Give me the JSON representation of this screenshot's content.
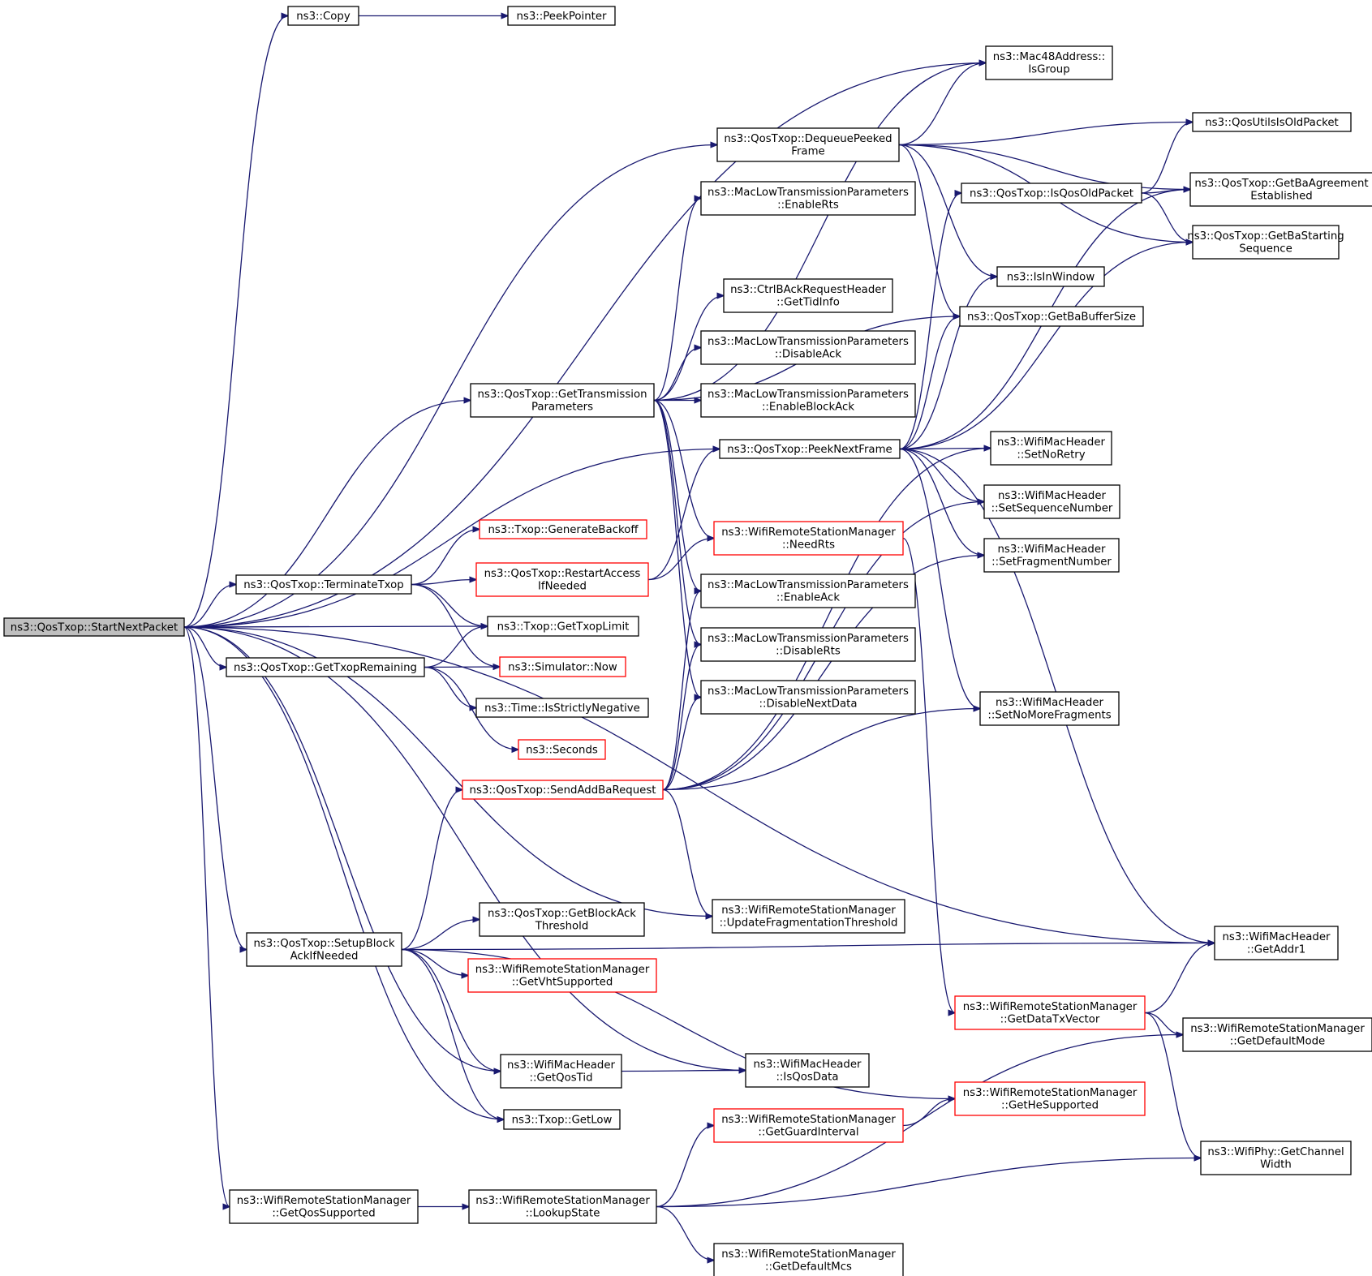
{
  "diagram": {
    "nodes": [
      {
        "id": "start",
        "lines": [
          "ns3::QosTxop::StartNextPacket"
        ],
        "style": "root"
      },
      {
        "id": "copy",
        "lines": [
          "ns3::Copy"
        ],
        "style": "normal"
      },
      {
        "id": "peekpointer",
        "lines": [
          "ns3::PeekPointer"
        ],
        "style": "normal"
      },
      {
        "id": "isgroup",
        "lines": [
          "ns3::Mac48Address::",
          "IsGroup"
        ],
        "style": "normal"
      },
      {
        "id": "dequeue",
        "lines": [
          "ns3::QosTxop::DequeuePeeked",
          "Frame"
        ],
        "style": "normal"
      },
      {
        "id": "qosutils",
        "lines": [
          "ns3::QosUtilsIsOldPacket"
        ],
        "style": "normal"
      },
      {
        "id": "isqosold",
        "lines": [
          "ns3::QosTxop::IsQosOldPacket"
        ],
        "style": "normal"
      },
      {
        "id": "getbaagr",
        "lines": [
          "ns3::QosTxop::GetBaAgreement",
          "Established"
        ],
        "style": "normal"
      },
      {
        "id": "getbastart",
        "lines": [
          "ns3::QosTxop::GetBaStarting",
          "Sequence"
        ],
        "style": "normal"
      },
      {
        "id": "enablerts",
        "lines": [
          "ns3::MacLowTransmissionParameters",
          "::EnableRts"
        ],
        "style": "normal"
      },
      {
        "id": "isinwindow",
        "lines": [
          "ns3::IsInWindow"
        ],
        "style": "normal"
      },
      {
        "id": "getbabuf",
        "lines": [
          "ns3::QosTxop::GetBaBufferSize"
        ],
        "style": "normal"
      },
      {
        "id": "gettidinfo",
        "lines": [
          "ns3::CtrlBAckRequestHeader",
          "::GetTidInfo"
        ],
        "style": "normal"
      },
      {
        "id": "disableack",
        "lines": [
          "ns3::MacLowTransmissionParameters",
          "::DisableAck"
        ],
        "style": "normal"
      },
      {
        "id": "gettransparams",
        "lines": [
          "ns3::QosTxop::GetTransmission",
          "Parameters"
        ],
        "style": "normal"
      },
      {
        "id": "enableblockack",
        "lines": [
          "ns3::MacLowTransmissionParameters",
          "::EnableBlockAck"
        ],
        "style": "normal"
      },
      {
        "id": "peeknext",
        "lines": [
          "ns3::QosTxop::PeekNextFrame"
        ],
        "style": "normal"
      },
      {
        "id": "setnoretry",
        "lines": [
          "ns3::WifiMacHeader",
          "::SetNoRetry"
        ],
        "style": "normal"
      },
      {
        "id": "setseq",
        "lines": [
          "ns3::WifiMacHeader",
          "::SetSequenceNumber"
        ],
        "style": "normal"
      },
      {
        "id": "genbackoff",
        "lines": [
          "ns3::Txop::GenerateBackoff"
        ],
        "style": "red"
      },
      {
        "id": "needrts",
        "lines": [
          "ns3::WifiRemoteStationManager",
          "::NeedRts"
        ],
        "style": "red"
      },
      {
        "id": "setfrag",
        "lines": [
          "ns3::WifiMacHeader",
          "::SetFragmentNumber"
        ],
        "style": "normal"
      },
      {
        "id": "terminate",
        "lines": [
          "ns3::QosTxop::TerminateTxop"
        ],
        "style": "normal"
      },
      {
        "id": "restart",
        "lines": [
          "ns3::QosTxop::RestartAccess",
          "IfNeeded"
        ],
        "style": "red"
      },
      {
        "id": "enableack",
        "lines": [
          "ns3::MacLowTransmissionParameters",
          "::EnableAck"
        ],
        "style": "normal"
      },
      {
        "id": "gettxoplimit",
        "lines": [
          "ns3::Txop::GetTxopLimit"
        ],
        "style": "normal"
      },
      {
        "id": "disablerts",
        "lines": [
          "ns3::MacLowTransmissionParameters",
          "::DisableRts"
        ],
        "style": "normal"
      },
      {
        "id": "gettxoprem",
        "lines": [
          "ns3::QosTxop::GetTxopRemaining"
        ],
        "style": "normal"
      },
      {
        "id": "now",
        "lines": [
          "ns3::Simulator::Now"
        ],
        "style": "red"
      },
      {
        "id": "disablenext",
        "lines": [
          "ns3::MacLowTransmissionParameters",
          "::DisableNextData"
        ],
        "style": "normal"
      },
      {
        "id": "setnomore",
        "lines": [
          "ns3::WifiMacHeader",
          "::SetNoMoreFragments"
        ],
        "style": "normal"
      },
      {
        "id": "strictneg",
        "lines": [
          "ns3::Time::IsStrictlyNegative"
        ],
        "style": "normal"
      },
      {
        "id": "seconds",
        "lines": [
          "ns3::Seconds"
        ],
        "style": "red"
      },
      {
        "id": "sendaddba",
        "lines": [
          "ns3::QosTxop::SendAddBaRequest"
        ],
        "style": "red"
      },
      {
        "id": "updatefrag",
        "lines": [
          "ns3::WifiRemoteStationManager",
          "::UpdateFragmentationThreshold"
        ],
        "style": "normal"
      },
      {
        "id": "getblockackth",
        "lines": [
          "ns3::QosTxop::GetBlockAck",
          "Threshold"
        ],
        "style": "normal"
      },
      {
        "id": "setupblockack",
        "lines": [
          "ns3::QosTxop::SetupBlock",
          "AckIfNeeded"
        ],
        "style": "normal"
      },
      {
        "id": "getaddr1",
        "lines": [
          "ns3::WifiMacHeader",
          "::GetAddr1"
        ],
        "style": "normal"
      },
      {
        "id": "getvht",
        "lines": [
          "ns3::WifiRemoteStationManager",
          "::GetVhtSupported"
        ],
        "style": "red"
      },
      {
        "id": "getdatatx",
        "lines": [
          "ns3::WifiRemoteStationManager",
          "::GetDataTxVector"
        ],
        "style": "red"
      },
      {
        "id": "getdefmode",
        "lines": [
          "ns3::WifiRemoteStationManager",
          "::GetDefaultMode"
        ],
        "style": "normal"
      },
      {
        "id": "getqostid",
        "lines": [
          "ns3::WifiMacHeader",
          "::GetQosTid"
        ],
        "style": "normal"
      },
      {
        "id": "isqosdata",
        "lines": [
          "ns3::WifiMacHeader",
          "::IsQosData"
        ],
        "style": "normal"
      },
      {
        "id": "gethe",
        "lines": [
          "ns3::WifiRemoteStationManager",
          "::GetHeSupported"
        ],
        "style": "red"
      },
      {
        "id": "getlow",
        "lines": [
          "ns3::Txop::GetLow"
        ],
        "style": "normal"
      },
      {
        "id": "getguard",
        "lines": [
          "ns3::WifiRemoteStationManager",
          "::GetGuardInterval"
        ],
        "style": "red"
      },
      {
        "id": "getchanwidth",
        "lines": [
          "ns3::WifiPhy::GetChannel",
          "Width"
        ],
        "style": "normal"
      },
      {
        "id": "getqossupp",
        "lines": [
          "ns3::WifiRemoteStationManager",
          "::GetQosSupported"
        ],
        "style": "normal"
      },
      {
        "id": "lookupstate",
        "lines": [
          "ns3::WifiRemoteStationManager",
          "::LookupState"
        ],
        "style": "normal"
      },
      {
        "id": "getdefmcs",
        "lines": [
          "ns3::WifiRemoteStationManager",
          "::GetDefaultMcs"
        ],
        "style": "normal"
      }
    ],
    "edges": [
      {
        "from": "start",
        "to": "copy"
      },
      {
        "from": "start",
        "to": "isgroup"
      },
      {
        "from": "start",
        "to": "dequeue"
      },
      {
        "from": "start",
        "to": "gettransparams"
      },
      {
        "from": "start",
        "to": "peeknext"
      },
      {
        "from": "start",
        "to": "getaddr1"
      },
      {
        "from": "start",
        "to": "terminate"
      },
      {
        "from": "start",
        "to": "gettxoplimit"
      },
      {
        "from": "start",
        "to": "gettxoprem"
      },
      {
        "from": "start",
        "to": "updatefrag"
      },
      {
        "from": "start",
        "to": "setupblockack"
      },
      {
        "from": "start",
        "to": "getqostid"
      },
      {
        "from": "start",
        "to": "getlow"
      },
      {
        "from": "start",
        "to": "isqosdata"
      },
      {
        "from": "start",
        "to": "getqossupp"
      },
      {
        "from": "copy",
        "to": "peekpointer"
      },
      {
        "from": "dequeue",
        "to": "isgroup"
      },
      {
        "from": "dequeue",
        "to": "qosutils"
      },
      {
        "from": "dequeue",
        "to": "getbaagr"
      },
      {
        "from": "dequeue",
        "to": "getbastart"
      },
      {
        "from": "dequeue",
        "to": "isinwindow"
      },
      {
        "from": "dequeue",
        "to": "getbabuf"
      },
      {
        "from": "isqosold",
        "to": "qosutils"
      },
      {
        "from": "isqosold",
        "to": "getbaagr"
      },
      {
        "from": "isqosold",
        "to": "getbastart"
      },
      {
        "from": "gettransparams",
        "to": "isgroup"
      },
      {
        "from": "gettransparams",
        "to": "enablerts"
      },
      {
        "from": "gettransparams",
        "to": "getbabuf"
      },
      {
        "from": "gettransparams",
        "to": "gettidinfo"
      },
      {
        "from": "gettransparams",
        "to": "disableack"
      },
      {
        "from": "gettransparams",
        "to": "enableblockack"
      },
      {
        "from": "gettransparams",
        "to": "needrts"
      },
      {
        "from": "gettransparams",
        "to": "enableack"
      },
      {
        "from": "gettransparams",
        "to": "disablerts"
      },
      {
        "from": "gettransparams",
        "to": "disablenext"
      },
      {
        "from": "peeknext",
        "to": "isqosold"
      },
      {
        "from": "peeknext",
        "to": "getbaagr"
      },
      {
        "from": "peeknext",
        "to": "getbastart"
      },
      {
        "from": "peeknext",
        "to": "isinwindow"
      },
      {
        "from": "peeknext",
        "to": "getbabuf"
      },
      {
        "from": "peeknext",
        "to": "setnoretry"
      },
      {
        "from": "peeknext",
        "to": "setseq"
      },
      {
        "from": "peeknext",
        "to": "setfrag"
      },
      {
        "from": "peeknext",
        "to": "setnomore"
      },
      {
        "from": "peeknext",
        "to": "getaddr1"
      },
      {
        "from": "terminate",
        "to": "genbackoff"
      },
      {
        "from": "terminate",
        "to": "restart"
      },
      {
        "from": "terminate",
        "to": "gettxoplimit"
      },
      {
        "from": "terminate",
        "to": "now"
      },
      {
        "from": "restart",
        "to": "peeknext"
      },
      {
        "from": "restart",
        "to": "needrts"
      },
      {
        "from": "needrts",
        "to": "getdatatx"
      },
      {
        "from": "gettxoprem",
        "to": "gettxoplimit"
      },
      {
        "from": "gettxoprem",
        "to": "now"
      },
      {
        "from": "gettxoprem",
        "to": "strictneg"
      },
      {
        "from": "gettxoprem",
        "to": "seconds"
      },
      {
        "from": "sendaddba",
        "to": "enableack"
      },
      {
        "from": "sendaddba",
        "to": "disablerts"
      },
      {
        "from": "sendaddba",
        "to": "disablenext"
      },
      {
        "from": "sendaddba",
        "to": "setnoretry"
      },
      {
        "from": "sendaddba",
        "to": "setseq"
      },
      {
        "from": "sendaddba",
        "to": "setfrag"
      },
      {
        "from": "sendaddba",
        "to": "setnomore"
      },
      {
        "from": "sendaddba",
        "to": "updatefrag"
      },
      {
        "from": "setupblockack",
        "to": "sendaddba"
      },
      {
        "from": "setupblockack",
        "to": "getblockackth"
      },
      {
        "from": "setupblockack",
        "to": "getaddr1"
      },
      {
        "from": "setupblockack",
        "to": "getvht"
      },
      {
        "from": "setupblockack",
        "to": "gethe"
      },
      {
        "from": "setupblockack",
        "to": "getqostid"
      },
      {
        "from": "setupblockack",
        "to": "getlow"
      },
      {
        "from": "getdatatx",
        "to": "getaddr1"
      },
      {
        "from": "getdatatx",
        "to": "getdefmode"
      },
      {
        "from": "getdatatx",
        "to": "getchanwidth"
      },
      {
        "from": "getqostid",
        "to": "isqosdata"
      },
      {
        "from": "getguard",
        "to": "gethe"
      },
      {
        "from": "getqossupp",
        "to": "lookupstate"
      },
      {
        "from": "lookupstate",
        "to": "getguard"
      },
      {
        "from": "lookupstate",
        "to": "getdefmode"
      },
      {
        "from": "lookupstate",
        "to": "getchanwidth"
      },
      {
        "from": "lookupstate",
        "to": "getdefmcs"
      }
    ]
  }
}
